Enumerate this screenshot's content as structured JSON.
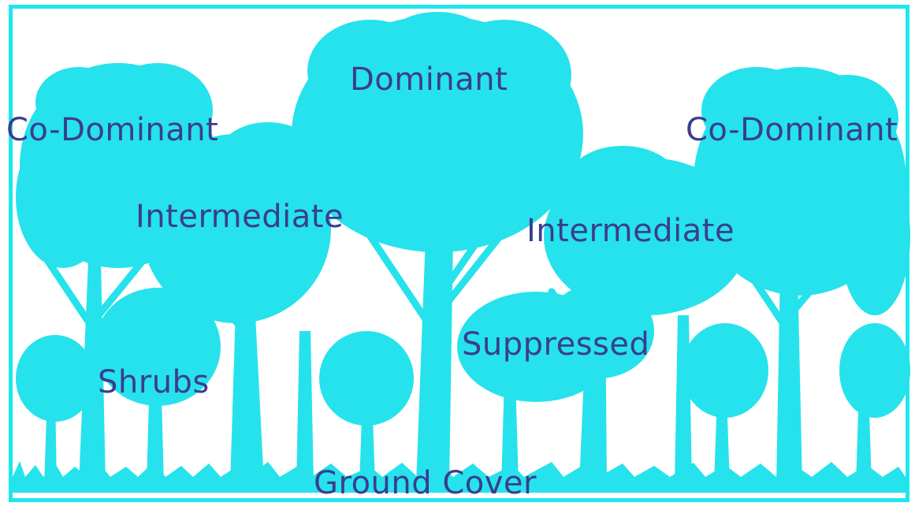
{
  "colors": {
    "tree": "#26e2ec",
    "frame": "#1ee6ee",
    "label": "#3b3d8e",
    "background": "#ffffff"
  },
  "labels": {
    "dominant": "Dominant",
    "co_dominant_left": "Co-Dominant",
    "co_dominant_right": "Co-Dominant",
    "intermediate_left": "Intermediate",
    "intermediate_right": "Intermediate",
    "suppressed": "Suppressed",
    "shrubs": "Shrubs",
    "ground_cover": "Ground Cover"
  }
}
